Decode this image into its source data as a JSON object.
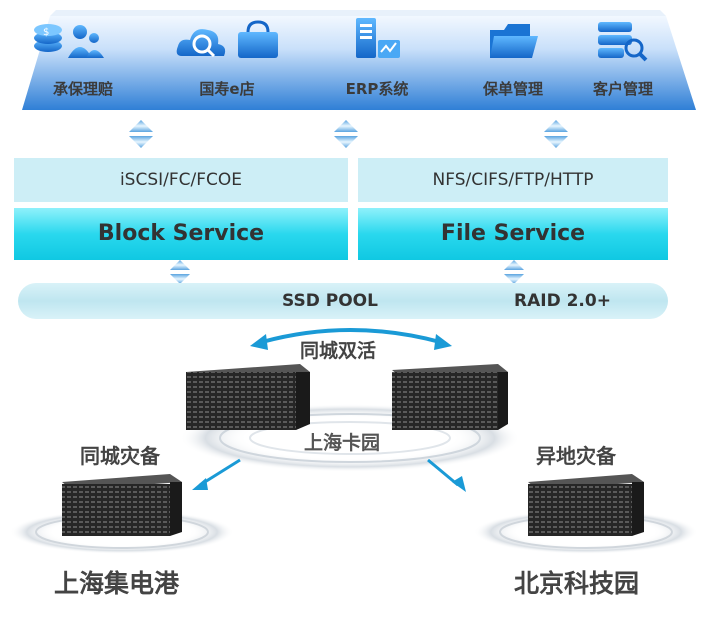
{
  "applications": [
    {
      "name": "承保理赔",
      "icon": "money-users-icon"
    },
    {
      "name": "国寿e店",
      "icon": "cloud-shop-icon"
    },
    {
      "name": "ERP系统",
      "icon": "server-chart-icon"
    },
    {
      "name": "保单管理",
      "icon": "folder-icon"
    },
    {
      "name": "客户管理",
      "icon": "database-search-icon"
    }
  ],
  "protocols": {
    "block": "iSCSI/FC/FCOE",
    "file": "NFS/CIFS/FTP/HTTP"
  },
  "services": {
    "block": "Block Service",
    "file": "File Service"
  },
  "pool": {
    "ssd": "SSD POOL",
    "raid": "RAID  2.0+"
  },
  "links": {
    "active_active": "同城双活",
    "local_backup": "同城灾备",
    "remote_backup": "异地灾备"
  },
  "sites": {
    "main": "上海卡园",
    "local": "上海集电港",
    "remote": "北京科技园"
  },
  "colors": {
    "banner_top": "#eaf4ff",
    "banner_bottom": "#2f7fd6",
    "service": "#22d3ea",
    "protocol": "#cdeef6",
    "arrow": "#1a9ad6"
  }
}
